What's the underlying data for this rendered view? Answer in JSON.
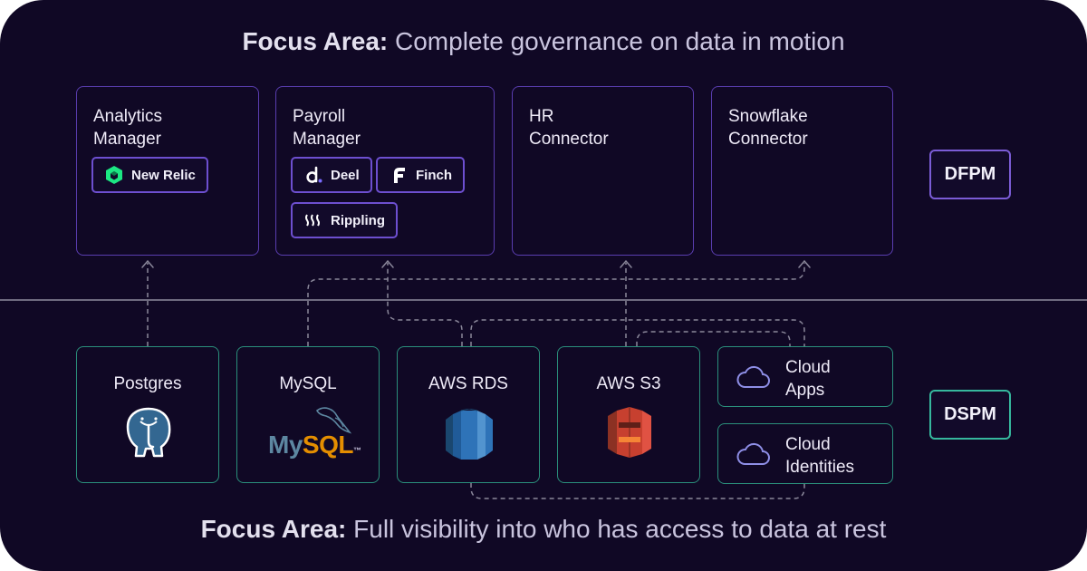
{
  "top_focus": {
    "prefix": "Focus Area:",
    "text": "Complete governance on data in motion"
  },
  "bottom_focus": {
    "prefix": "Focus Area:",
    "text": "Full visibility into who has access to data at rest"
  },
  "purple_boxes": [
    {
      "line1": "Analytics",
      "line2": "Manager"
    },
    {
      "line1": "Payroll",
      "line2": "Manager"
    },
    {
      "line1": "HR",
      "line2": "Connector"
    },
    {
      "line1": "Snowflake",
      "line2": "Connector"
    }
  ],
  "integrations": {
    "new_relic": "New Relic",
    "deel": "Deel",
    "finch": "Finch",
    "rippling": "Rippling"
  },
  "sources": [
    {
      "label": "Postgres",
      "icon": "postgres-elephant-icon"
    },
    {
      "label": "MySQL",
      "icon": "mysql-dolphin-logo"
    },
    {
      "label": "AWS RDS",
      "icon": "aws-rds-icon"
    },
    {
      "label": "AWS S3",
      "icon": "aws-s3-icon"
    }
  ],
  "mysql_logo_text": {
    "my": "My",
    "sql": "SQL",
    "tm": "™"
  },
  "cloud_boxes": [
    {
      "line1": "Cloud",
      "line2": "Apps",
      "icon": "cloud-icon"
    },
    {
      "line1": "Cloud",
      "line2": "Identities",
      "icon": "cloud-icon"
    }
  ],
  "tags": {
    "dfpm": "DFPM",
    "dspm": "DSPM"
  },
  "colors": {
    "background": "#100825",
    "purple_border": "#5a3db0",
    "green_border": "#2a8f7b",
    "connector": "#8a879a"
  }
}
